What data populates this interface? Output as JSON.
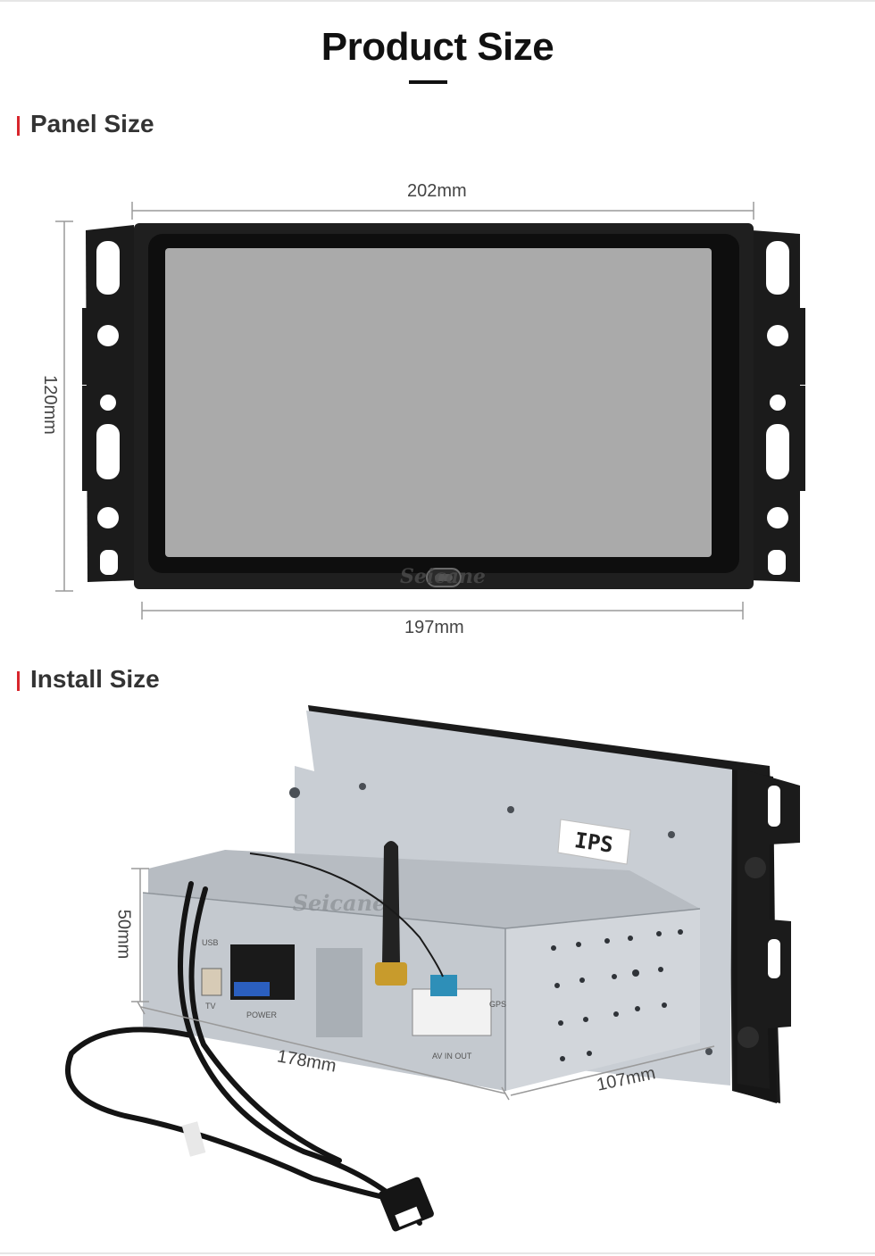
{
  "page": {
    "title": "Product Size"
  },
  "sections": {
    "panel": {
      "title": "Panel Size",
      "width_top": "202mm",
      "width_bottom": "197mm",
      "height": "120mm",
      "brand": "Seicane"
    },
    "install": {
      "title": "Install Size",
      "height": "50mm",
      "width": "178mm",
      "depth": "107mm",
      "label_ips": "IPS",
      "brand": "Seicane",
      "ports": [
        "USB",
        "TV",
        "POWER",
        "AV IN OUT",
        "GPS"
      ]
    }
  },
  "colors": {
    "accent": "#d8262c",
    "screen": "#aaaaaa",
    "frame": "#1b1b1b",
    "chassis": "#c7ccd2",
    "bracket": "#c9ced4"
  }
}
